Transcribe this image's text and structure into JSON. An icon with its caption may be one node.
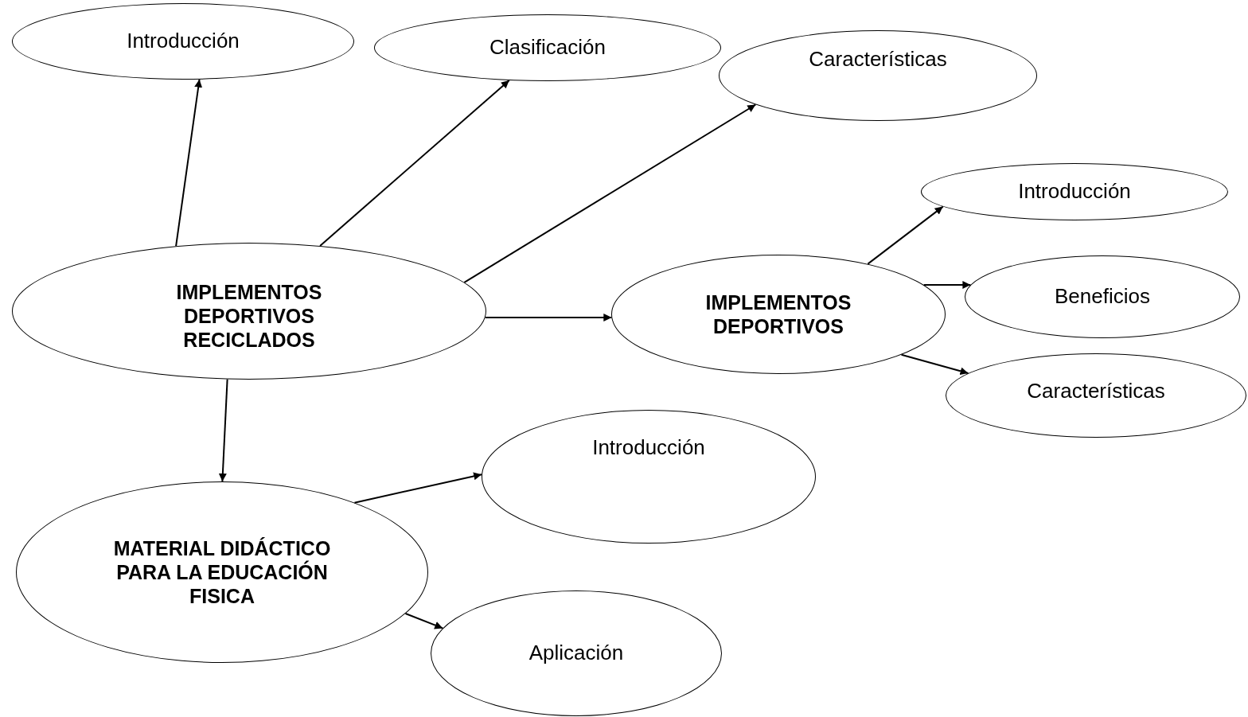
{
  "diagram": {
    "nodes": [
      {
        "text": [
          "Introducción"
        ]
      },
      {
        "text": [
          "Clasificación"
        ]
      },
      {
        "text": [
          "Características"
        ]
      },
      {
        "text": [
          "IMPLEMENTOS DEPORTIVOS RECICLADOS"
        ]
      },
      {
        "text": [
          "Introducción"
        ]
      },
      {
        "text": [
          "IMPLEMENTOS DEPORTIVOS"
        ]
      },
      {
        "text": [
          "Beneficios"
        ]
      },
      {
        "text": [
          "Características"
        ]
      },
      {
        "text": [
          "Introducción"
        ]
      },
      {
        "text": [
          "MATERIAL DIDÁCTICO PARA LA EDUCACIÓN FISICA"
        ]
      },
      {
        "text": [
          "Aplicación"
        ]
      }
    ],
    "edges": [
      {
        "from": 3,
        "to": 0,
        "arrow": "to"
      },
      {
        "from": 3,
        "to": 1,
        "arrow": "to"
      },
      {
        "from": 3,
        "to": 2,
        "arrow": "to"
      },
      {
        "from": 3,
        "to": 5,
        "arrow": "to"
      },
      {
        "from": 3,
        "to": 9,
        "arrow": "to"
      },
      {
        "from": 5,
        "to": 4,
        "arrow": "to"
      },
      {
        "from": 5,
        "to": 6,
        "arrow": "to"
      },
      {
        "from": 5,
        "to": 7,
        "arrow": "to"
      },
      {
        "from": 9,
        "to": 8,
        "arrow": "to"
      },
      {
        "from": 9,
        "to": 10,
        "arrow": "to"
      }
    ]
  }
}
